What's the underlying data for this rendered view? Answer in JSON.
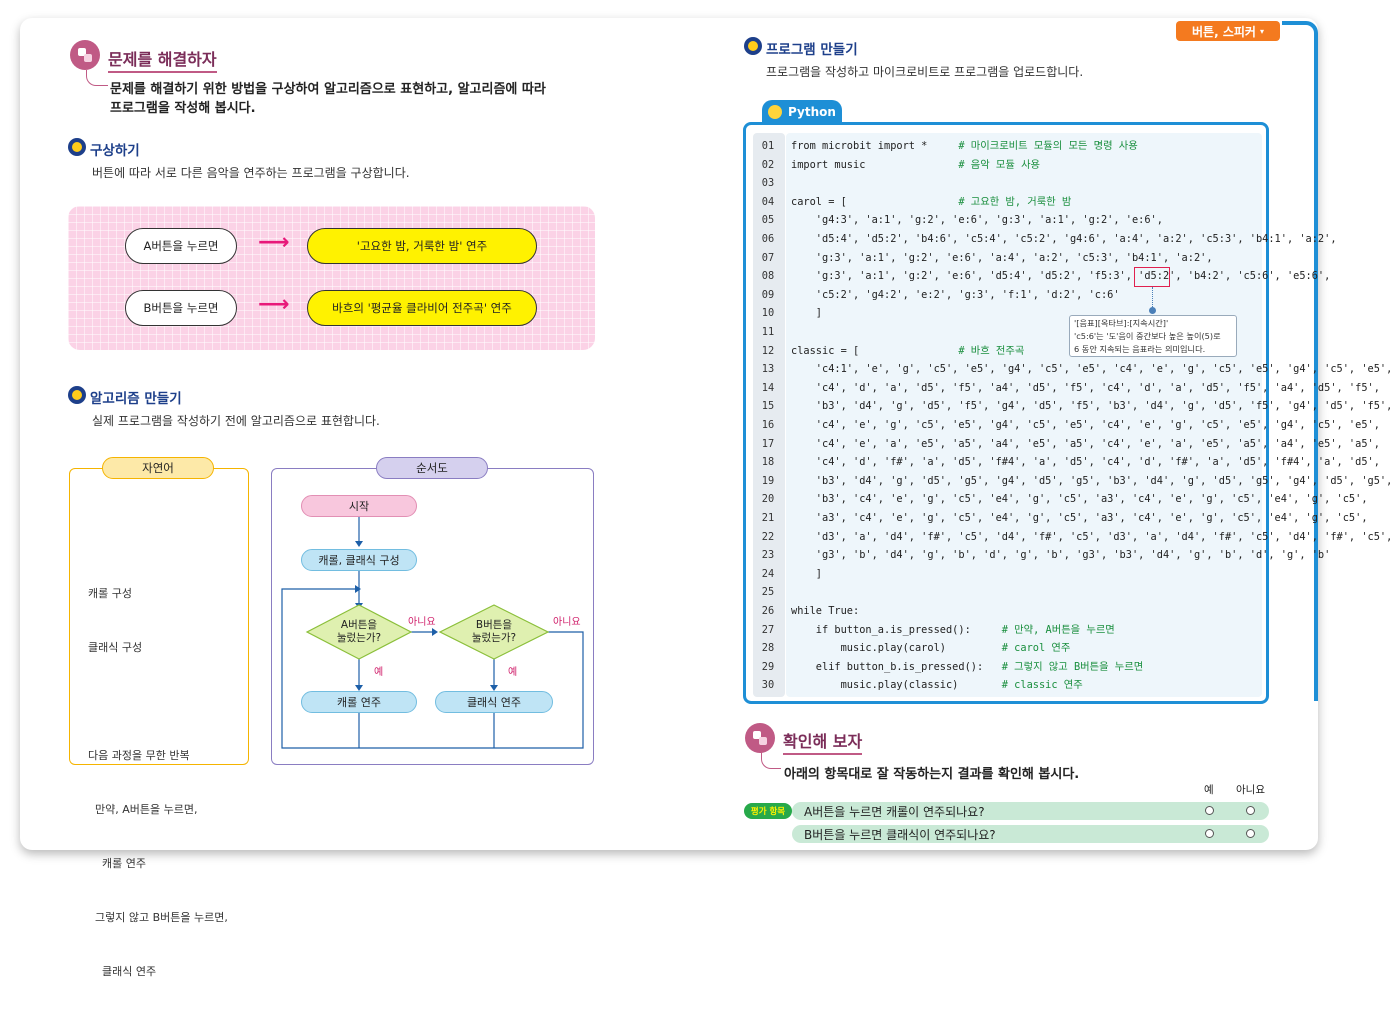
{
  "left": {
    "problem": {
      "title": "문제를 해결하자",
      "desc_line1": "문제를 해결하기 위한 방법을 구상하여 알고리즘으로 표현하고, 알고리즘에 따라",
      "desc_line2": "프로그램을 작성해 봅시다."
    },
    "plan": {
      "title": "구상하기",
      "desc": "버튼에 따라 서로 다른 음악을 연주하는 프로그램을 구상합니다.",
      "rows": [
        {
          "condition": "A버튼을 누르면",
          "result": "'고요한 밤, 거룩한 밤' 연주"
        },
        {
          "condition": "B버튼을 누르면",
          "result": "바흐의 '평균율 클라비어 전주곡' 연주"
        }
      ]
    },
    "algorithm": {
      "title": "알고리즘 만들기",
      "desc": "실제 프로그램을 작성하기 전에 알고리즘으로 표현합니다.",
      "natural_label": "자연어",
      "natural_lines": [
        "캐롤 구성",
        "클래식 구성",
        "",
        "다음 과정을 무한 반복",
        "  만약, A버튼을 누르면,",
        "    캐롤 연주",
        "  그렇지 않고 B버튼을 누르면,",
        "    클래식 연주"
      ],
      "flow_label": "순서도",
      "flow": {
        "start": "시작",
        "setup": "캐롤, 클래식 구성",
        "decision_a_1": "A버튼을",
        "decision_a_2": "눌렀는가?",
        "decision_b_1": "B버튼을",
        "decision_b_2": "눌렀는가?",
        "no": "아니요",
        "yes": "예",
        "play_carol": "캐롤 연주",
        "play_classic": "클래식 연주"
      }
    }
  },
  "right": {
    "tag": "버튼, 스피커",
    "program": {
      "title": "프로그램 만들기",
      "desc": "프로그램을 작성하고 마이크로비트로 프로그램을 업로드합니다.",
      "tab_label": "Python",
      "lines": [
        {
          "n": "01",
          "code": "from microbit import *     ",
          "comment": "# 마이크로비트 모듈의 모든 명령 사용"
        },
        {
          "n": "02",
          "code": "import music               ",
          "comment": "# 음악 모듈 사용"
        },
        {
          "n": "03",
          "code": "",
          "comment": ""
        },
        {
          "n": "04",
          "code": "carol = [                  ",
          "comment": "# 고요한 밤, 거룩한 밤"
        },
        {
          "n": "05",
          "code": "    'g4:3', 'a:1', 'g:2', 'e:6', 'g:3', 'a:1', 'g:2', 'e:6',",
          "comment": ""
        },
        {
          "n": "06",
          "code": "    'd5:4', 'd5:2', 'b4:6', 'c5:4', 'c5:2', 'g4:6', 'a:4', 'a:2', 'c5:3', 'b4:1', 'a:2',",
          "comment": ""
        },
        {
          "n": "07",
          "code": "    'g:3', 'a:1', 'g:2', 'e:6', 'a:4', 'a:2', 'c5:3', 'b4:1', 'a:2',",
          "comment": ""
        },
        {
          "n": "08",
          "code": "    'g:3', 'a:1', 'g:2', 'e:6', 'd5:4', 'd5:2', 'f5:3', 'd5:2', 'b4:2', 'c5:6', 'e5:6',",
          "comment": ""
        },
        {
          "n": "09",
          "code": "    'c5:2', 'g4:2', 'e:2', 'g:3', 'f:1', 'd:2', 'c:6'",
          "comment": ""
        },
        {
          "n": "10",
          "code": "    ]",
          "comment": ""
        },
        {
          "n": "11",
          "code": "",
          "comment": ""
        },
        {
          "n": "12",
          "code": "classic = [                ",
          "comment": "# 바흐 전주곡"
        },
        {
          "n": "13",
          "code": "    'c4:1', 'e', 'g', 'c5', 'e5', 'g4', 'c5', 'e5', 'c4', 'e', 'g', 'c5', 'e5', 'g4', 'c5', 'e5',",
          "comment": ""
        },
        {
          "n": "14",
          "code": "    'c4', 'd', 'a', 'd5', 'f5', 'a4', 'd5', 'f5', 'c4', 'd', 'a', 'd5', 'f5', 'a4', 'd5', 'f5',",
          "comment": ""
        },
        {
          "n": "15",
          "code": "    'b3', 'd4', 'g', 'd5', 'f5', 'g4', 'd5', 'f5', 'b3', 'd4', 'g', 'd5', 'f5', 'g4', 'd5', 'f5',",
          "comment": ""
        },
        {
          "n": "16",
          "code": "    'c4', 'e', 'g', 'c5', 'e5', 'g4', 'c5', 'e5', 'c4', 'e', 'g', 'c5', 'e5', 'g4', 'c5', 'e5',",
          "comment": ""
        },
        {
          "n": "17",
          "code": "    'c4', 'e', 'a', 'e5', 'a5', 'a4', 'e5', 'a5', 'c4', 'e', 'a', 'e5', 'a5', 'a4', 'e5', 'a5',",
          "comment": ""
        },
        {
          "n": "18",
          "code": "    'c4', 'd', 'f#', 'a', 'd5', 'f#4', 'a', 'd5', 'c4', 'd', 'f#', 'a', 'd5', 'f#4', 'a', 'd5',",
          "comment": ""
        },
        {
          "n": "19",
          "code": "    'b3', 'd4', 'g', 'd5', 'g5', 'g4', 'd5', 'g5', 'b3', 'd4', 'g', 'd5', 'g5', 'g4', 'd5', 'g5',",
          "comment": ""
        },
        {
          "n": "20",
          "code": "    'b3', 'c4', 'e', 'g', 'c5', 'e4', 'g', 'c5', 'a3', 'c4', 'e', 'g', 'c5', 'e4', 'g', 'c5',",
          "comment": ""
        },
        {
          "n": "21",
          "code": "    'a3', 'c4', 'e', 'g', 'c5', 'e4', 'g', 'c5', 'a3', 'c4', 'e', 'g', 'c5', 'e4', 'g', 'c5',",
          "comment": ""
        },
        {
          "n": "22",
          "code": "    'd3', 'a', 'd4', 'f#', 'c5', 'd4', 'f#', 'c5', 'd3', 'a', 'd4', 'f#', 'c5', 'd4', 'f#', 'c5',",
          "comment": ""
        },
        {
          "n": "23",
          "code": "    'g3', 'b', 'd4', 'g', 'b', 'd', 'g', 'b', 'g3', 'b3', 'd4', 'g', 'b', 'd', 'g', 'b'",
          "comment": ""
        },
        {
          "n": "24",
          "code": "    ]",
          "comment": ""
        },
        {
          "n": "25",
          "code": "",
          "comment": ""
        },
        {
          "n": "26",
          "code": "while True:",
          "comment": ""
        },
        {
          "n": "27",
          "code": "    if button_a.is_pressed():     ",
          "comment": "# 만약, A버튼을 누르면"
        },
        {
          "n": "28",
          "code": "        music.play(carol)         ",
          "comment": "# carol 연주"
        },
        {
          "n": "29",
          "code": "    elif button_b.is_pressed():   ",
          "comment": "# 그렇지 않고 B버튼을 누르면"
        },
        {
          "n": "30",
          "code": "        music.play(classic)       ",
          "comment": "# classic 연주"
        }
      ],
      "callout_line1": "'[음표][옥타브]:[지속시간]'",
      "callout_line2": "'c5:6'는 '도'음이 중간보다 높은 높이(5)로",
      "callout_line3": "6 동안 지속되는 음표라는 의미입니다."
    },
    "check": {
      "title": "확인해 보자",
      "desc": "아래의 항목대로 잘 작동하는지 결과를 확인해 봅시다.",
      "yes_label": "예",
      "no_label": "아니요",
      "badge": "평가 항목",
      "items": [
        "A버튼을 누르면 캐롤이 연주되나요?",
        "B버튼을 누르면 클래식이 연주되나요?"
      ]
    }
  },
  "colors": {
    "accent_pink": "#c05a85",
    "navy": "#1d3f8a",
    "code_border": "#1e8fd6",
    "highlight_yellow": "#fff200",
    "arrow_pink": "#e8197a"
  }
}
